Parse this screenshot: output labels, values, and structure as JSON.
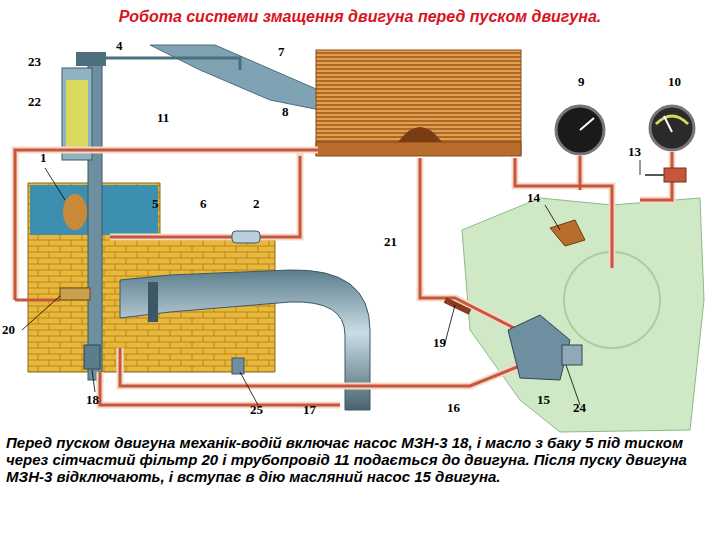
{
  "diagram": {
    "title": "Робота системи змащення двигуна перед пуском двигуна.",
    "caption": "Перед пуском двигуна механік-водій включає насос МЗН-3 18, і масло з баку 5 під тиском через сітчастий фільтр 20 і трубопровід 11 подається до двигуна. Після пуску двигуна МЗН-3 відключають, і вступає в дію масляний насос 15 двигуна.",
    "labels": [
      "23",
      "4",
      "7",
      "22",
      "11",
      "8",
      "9",
      "10",
      "13",
      "1",
      "5",
      "6",
      "2",
      "14",
      "21",
      "20",
      "19",
      "18",
      "15",
      "24",
      "25",
      "17",
      "16"
    ]
  }
}
